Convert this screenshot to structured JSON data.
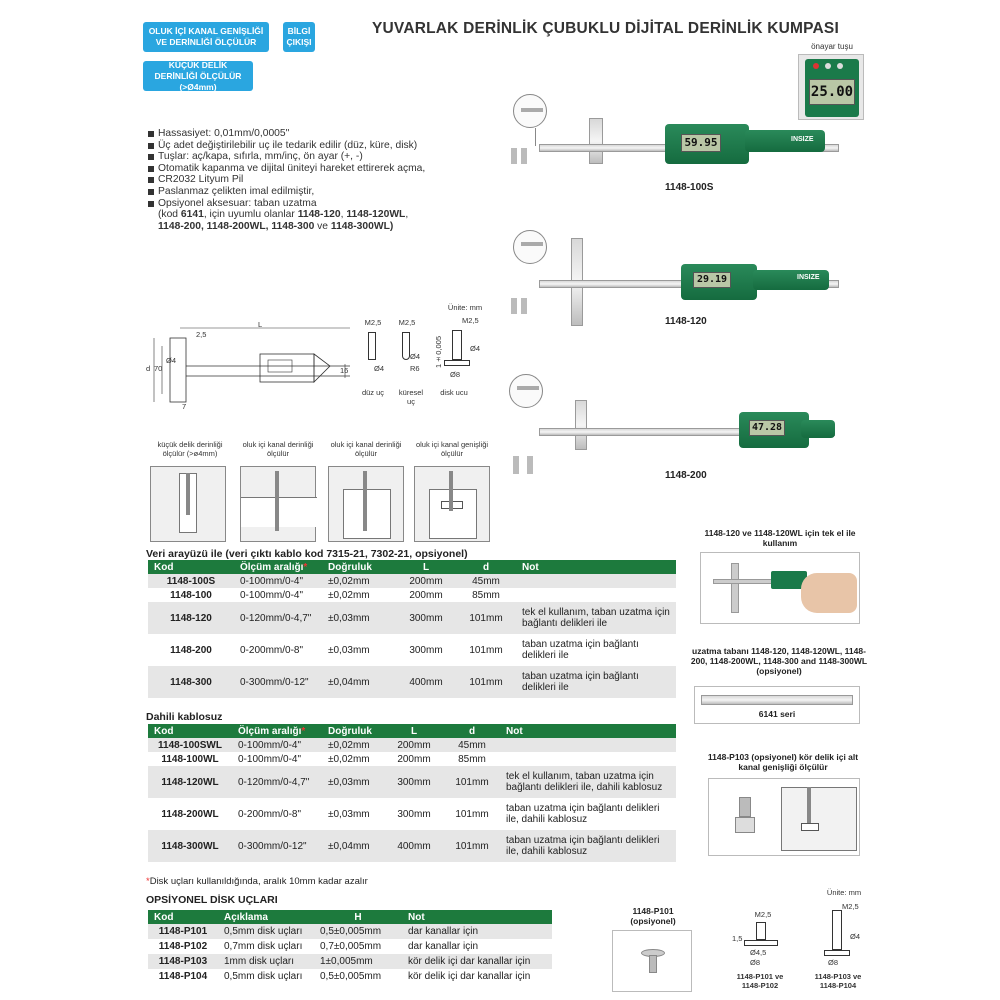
{
  "header": {
    "btn1": "OLUK İÇİ KANAL GENİŞLİĞİ VE DERİNLİĞİ ÖLÇÜLÜR",
    "btn2": "BİLGİ ÇIKIŞI",
    "btn3": "KÜÇÜK DELİK DERİNLİĞİ ÖLÇÜLÜR (>Ø4mm)",
    "title": "YUVARLAK DERİNLİK ÇUBUKLU DİJİTAL DERİNLİK KUMPASI",
    "onayar": "önayar tuşu",
    "onayar_lcd": "25.00"
  },
  "features": [
    "Hassasiyet: 0,01mm/0,0005\"",
    "Üç adet değiştirilebilir uç ile tedarik edilir (düz, küre, disk)",
    "Tuşlar: aç/kapa, sıfırla, mm/inç, ön ayar (+, -)",
    "Otomatik kapanma ve dijital üniteyi hareket ettirerek açma,",
    "CR2032 Lityum Pil",
    "Paslanmaz çelikten imal edilmiştir,",
    "Opsiyonel aksesuar:  taban uzatma"
  ],
  "features_extra": {
    "l1a": "(kod ",
    "l1b": "6141",
    "l1c": ", için uyumlu olanlar ",
    "l1d": "1148-120",
    "l1e": ", ",
    "l1f": "1148-120WL",
    "l1g": ",",
    "l2": "1148-200, 1148-200WL, 1148-300",
    "l2b": " ve ",
    "l2c": "1148-300WL)"
  },
  "products": {
    "p1": {
      "model": "1148-100S",
      "lcd": "59.95"
    },
    "p2": {
      "model": "1148-120",
      "lcd": "29.19"
    },
    "p3": {
      "model": "1148-200",
      "lcd": "47.28"
    },
    "brand": "INSIZE"
  },
  "schematic": {
    "unite": "Ünite: mm",
    "L": "L",
    "d2_5": "2,5",
    "d": "d",
    "d70": "70",
    "d4": "Ø4",
    "d16": "16",
    "d7": "7",
    "m25": "M2,5",
    "r6": "R6",
    "tol": "1±0,005",
    "d8": "Ø8",
    "tip1": "düz uç",
    "tip2": "küresel uç",
    "tip3": "disk ucu"
  },
  "usecases": [
    "küçük delik derinliği ölçülür (>ø4mm)",
    "oluk içi kanal derinliği ölçülür",
    "oluk içi kanal derinliği ölçülür",
    "oluk içi kanal genişliği ölçülür"
  ],
  "table1": {
    "title": "Veri arayüzü ile (veri çıktı kablo kod 7315-21, 7302-21, opsiyonel)",
    "headers": [
      "Kod",
      "Ölçüm aralığı",
      "Doğruluk",
      "L",
      "d",
      "Not"
    ],
    "rows": [
      [
        "1148-100S",
        "0-100mm/0-4\"",
        "±0,02mm",
        "200mm",
        "45mm",
        ""
      ],
      [
        "1148-100",
        "0-100mm/0-4\"",
        "±0,02mm",
        "200mm",
        "85mm",
        ""
      ],
      [
        "1148-120",
        "0-120mm/0-4,7\"",
        "±0,03mm",
        "300mm",
        "101mm",
        "tek el kullanım, taban uzatma için bağlantı delikleri ile"
      ],
      [
        "1148-200",
        "0-200mm/0-8\"",
        "±0,03mm",
        "300mm",
        "101mm",
        "taban uzatma için bağlantı delikleri ile"
      ],
      [
        "1148-300",
        "0-300mm/0-12\"",
        "±0,04mm",
        "400mm",
        "101mm",
        "taban uzatma için bağlantı delikleri ile"
      ]
    ]
  },
  "table2": {
    "title": "Dahili kablosuz",
    "headers": [
      "Kod",
      "Ölçüm aralığı",
      "Doğruluk",
      "L",
      "d",
      "Not"
    ],
    "rows": [
      [
        "1148-100SWL",
        "0-100mm/0-4\"",
        "±0,02mm",
        "200mm",
        "45mm",
        ""
      ],
      [
        "1148-100WL",
        "0-100mm/0-4\"",
        "±0,02mm",
        "200mm",
        "85mm",
        ""
      ],
      [
        "1148-120WL",
        "0-120mm/0-4,7\"",
        "±0,03mm",
        "300mm",
        "101mm",
        "tek el kullanım, taban uzatma için bağlantı delikleri ile, dahili kablosuz"
      ],
      [
        "1148-200WL",
        "0-200mm/0-8\"",
        "±0,03mm",
        "300mm",
        "101mm",
        "taban uzatma için bağlantı delikleri ile, dahili kablosuz"
      ],
      [
        "1148-300WL",
        "0-300mm/0-12\"",
        "±0,04mm",
        "400mm",
        "101mm",
        "taban uzatma için bağlantı delikleri ile, dahili kablosuz"
      ]
    ]
  },
  "footnote": "Disk uçları kullanıldığında, aralık 10mm kadar azalır",
  "table3": {
    "title": "OPSİYONEL DİSK UÇLARI",
    "headers": [
      "Kod",
      "Açıklama",
      "H",
      "Not"
    ],
    "rows": [
      [
        "1148-P101",
        "0,5mm disk uçları",
        "0,5±0,005mm",
        "dar kanallar için"
      ],
      [
        "1148-P102",
        "0,7mm disk uçları",
        "0,7±0,005mm",
        "dar kanallar için"
      ],
      [
        "1148-P103",
        "1mm disk uçları",
        "1±0,005mm",
        "kör delik içi dar kanallar için"
      ],
      [
        "1148-P104",
        "0,5mm disk uçları",
        "0,5±0,005mm",
        "kör delik içi dar kanallar için"
      ]
    ]
  },
  "right_panels": {
    "onehand_title": "1148-120 ve 1148-120WL için tek el ile kullanım",
    "ext_title": "uzatma tabanı 1148-120, 1148-120WL, 1148-200, 1148-200WL, 1148-300 and 1148-300WL (opsiyonel)",
    "ext_label": "6141 seri",
    "p103_title": "1148-P103 (opsiyonel) kör delik içi alt kanal genişliği ölçülür",
    "p101_title": "1148-P101 (opsiyonel)",
    "unite2": "Ünite: mm",
    "m25": "M2,5",
    "m25b": "M2,5",
    "d45": "Ø4,5",
    "d8": "Ø8",
    "d8b": "Ø8",
    "d4": "Ø4",
    "d15": "1,5",
    "cap1": "1148-P101 ve 1148-P102",
    "cap2": "1148-P103 ve 1148-P104"
  },
  "colors": {
    "green": "#1d7a3d",
    "blue": "#2aa6e0",
    "caliper": "#1a7a4a"
  }
}
